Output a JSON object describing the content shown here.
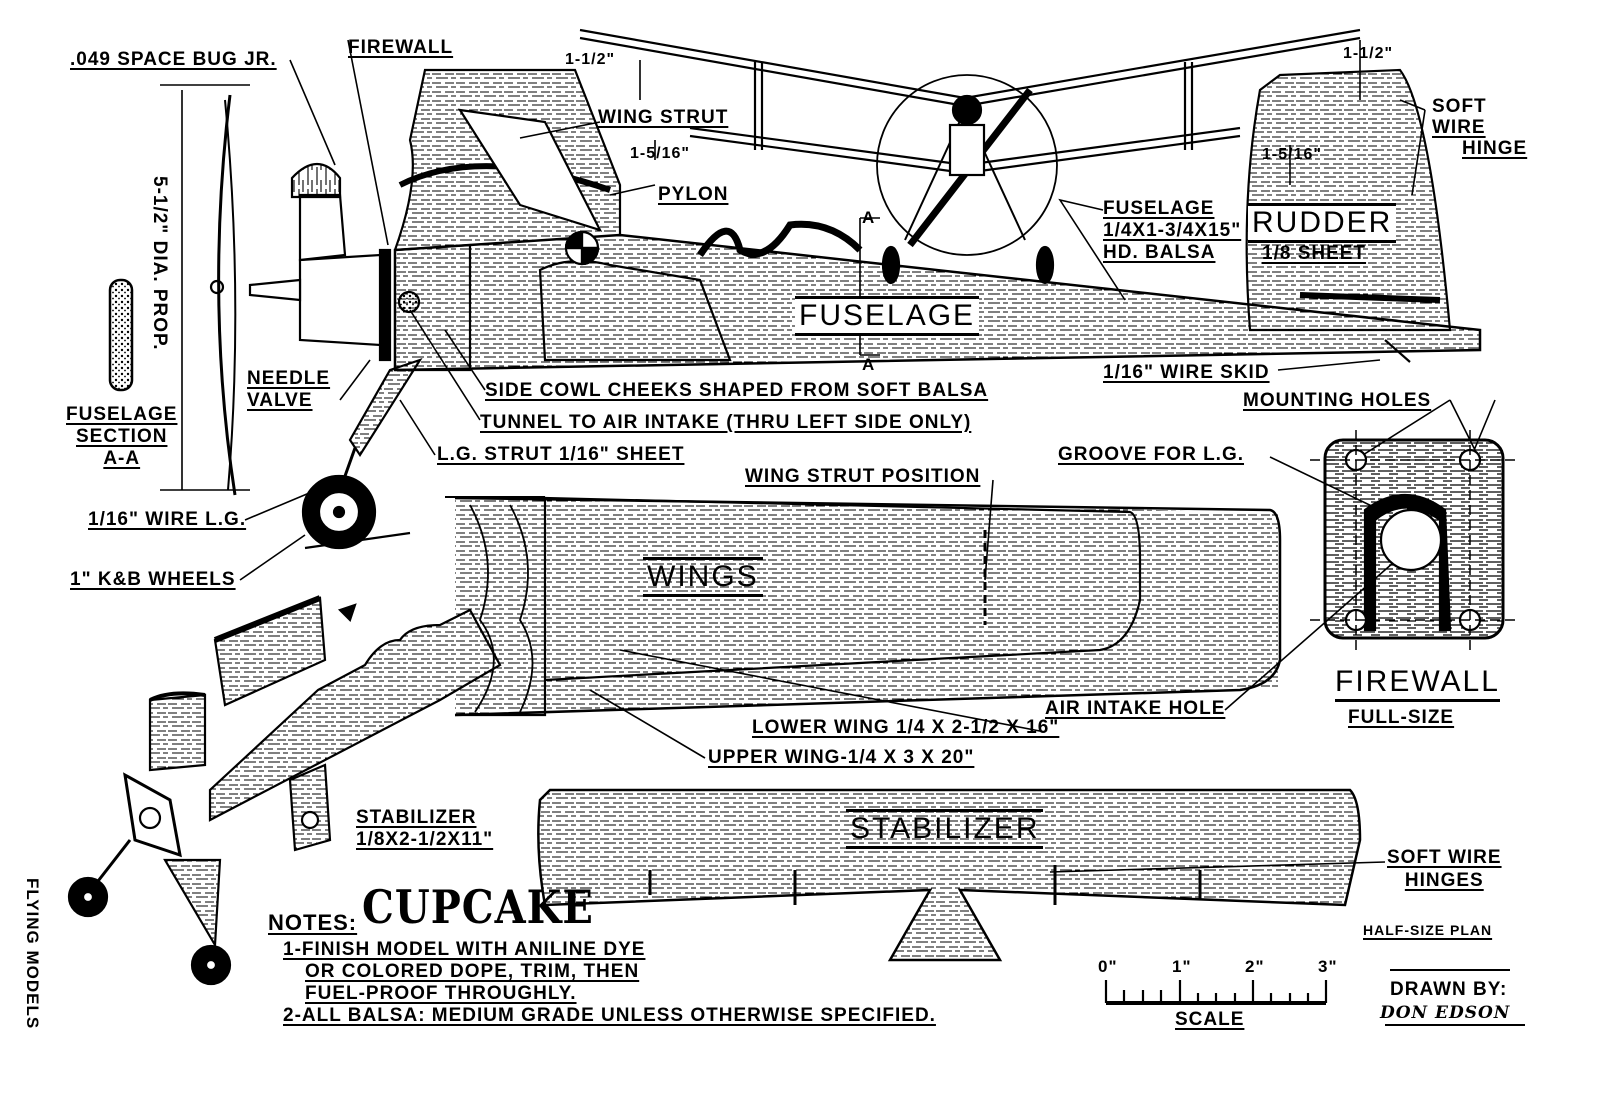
{
  "labels": {
    "engine": ".049 SPACE BUG JR.",
    "firewall_top": "FIREWALL",
    "height_left": "1-1/2\"",
    "height_right": "1-1/2\"",
    "wing_strut": "WING STRUT",
    "strut_left": "1-5/16\"",
    "strut_right": "1-5/16\"",
    "pylon": "PYLON",
    "soft_wire_hinge": [
      "SOFT",
      "WIRE",
      "HINGE"
    ],
    "fuselage_spec": [
      "FUSELAGE",
      "1/4X1-3/4X15\"",
      "HD. BALSA"
    ],
    "rudder": "RUDDER",
    "rudder_spec": "1/8 SHEET",
    "fuselage_title": "FUSELAGE",
    "prop": "5-1/2\" DIA. PROP.",
    "needle_valve": [
      "NEEDLE",
      "VALVE"
    ],
    "fuselage_section": [
      "FUSELAGE",
      "SECTION",
      "A-A"
    ],
    "section_marker": "A",
    "cowl": "SIDE COWL CHEEKS SHAPED FROM SOFT BALSA",
    "tunnel": "TUNNEL TO AIR INTAKE (THRU LEFT SIDE ONLY)",
    "skid": "1/16\" WIRE SKID",
    "mounting_holes": "MOUNTING HOLES",
    "lg_strut": "L.G. STRUT 1/16\" SHEET",
    "wing_strut_position": "WING STRUT POSITION",
    "groove": "GROOVE FOR L.G.",
    "wire_lg": "1/16\" WIRE L.G.",
    "wheels": "1\" K&B WHEELS",
    "wings": "WINGS",
    "firewall_big": "FIREWALL",
    "full_size": "FULL-SIZE",
    "air_intake": "AIR INTAKE HOLE",
    "lower_wing": "LOWER WING 1/4 X 2-1/2 X 16\"",
    "upper_wing": "UPPER WING-1/4 X 3 X 20\"",
    "stab_spec": [
      "STABILIZER",
      "1/8X2-1/2X11\""
    ],
    "stabilizer": "STABILIZER",
    "soft_wire_hinges": [
      "SOFT WIRE",
      "HINGES"
    ],
    "notes_head": "NOTES:",
    "model_name": "CUPCAKE",
    "notes": [
      "1-FINISH MODEL WITH ANILINE DYE",
      "OR COLORED DOPE, TRIM, THEN",
      "FUEL-PROOF THROUGHLY.",
      "2-ALL BALSA: MEDIUM GRADE UNLESS OTHERWISE SPECIFIED."
    ],
    "half_size": "HALF-SIZE PLAN",
    "scale_ticks": [
      "0\"",
      "1\"",
      "2\"",
      "3\""
    ],
    "scale": "SCALE",
    "drawn_by": "DRAWN BY:",
    "signature": "DON EDSON",
    "publisher": "FLYING MODELS"
  },
  "colors": {
    "ink": "#000000",
    "paper": "#ffffff"
  }
}
